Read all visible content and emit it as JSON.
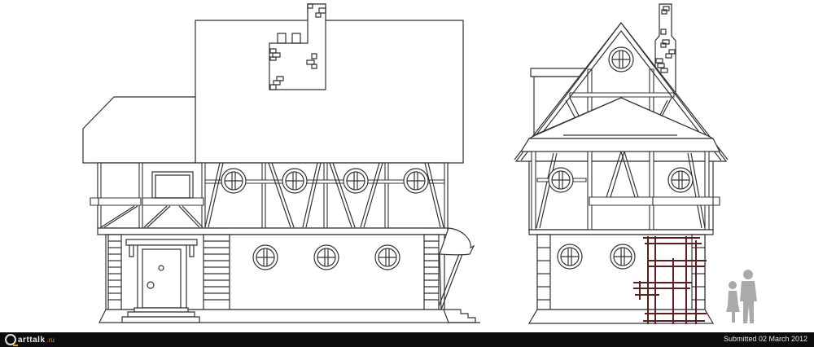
{
  "image": {
    "subject": "Half-timbered house elevation drawings",
    "views": [
      "front-elevation",
      "side-elevation"
    ],
    "scale_figures": [
      "child-silhouette",
      "adult-silhouette"
    ]
  },
  "footer": {
    "logo_text": "arttalk",
    "logo_tld": ".ru",
    "submitted": "Submitted 02 March 2012"
  },
  "colors": {
    "line": "#333333",
    "scaffold": "#5a1f1f",
    "silhouette": "#aaaaaa",
    "footer_bg": "#0b0b0b",
    "logo_accent": "#d9a300"
  }
}
